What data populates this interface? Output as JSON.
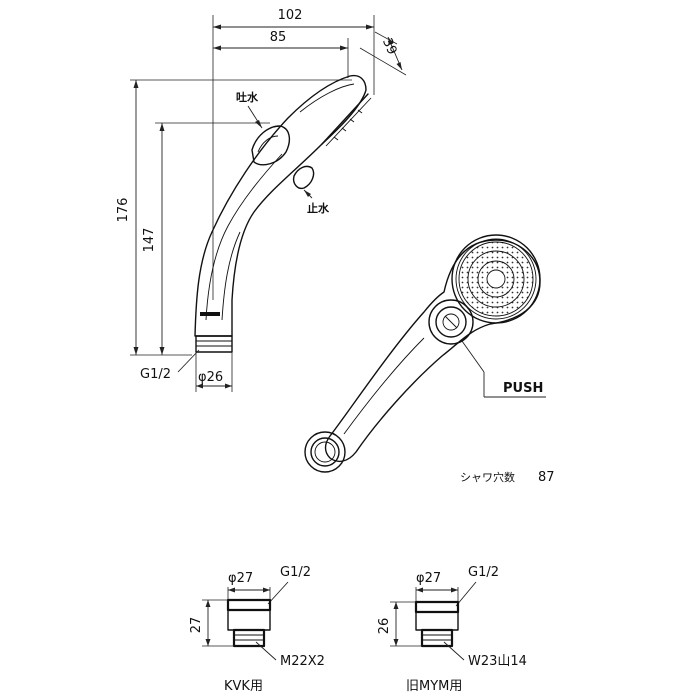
{
  "side_view": {
    "dim_width_total": "102",
    "dim_width_head": "85",
    "dim_head_depth": "39",
    "dim_height_total": "176",
    "dim_height_grip": "147",
    "label_spout": "吐水",
    "label_stop": "止水",
    "label_thread": "G1/2",
    "label_diameter": "φ26"
  },
  "front_view": {
    "label_push": "PUSH",
    "label_holes": "シャワ穴数",
    "holes_count": "87"
  },
  "adapter_kvk": {
    "label_diameter": "φ27",
    "label_thread_top": "G1/2",
    "label_height": "27",
    "label_thread_bottom": "M22X2",
    "caption": "KVK用"
  },
  "adapter_mym": {
    "label_diameter": "φ27",
    "label_thread_top": "G1/2",
    "label_height": "26",
    "label_thread_bottom": "W23山14",
    "caption": "旧MYM用"
  },
  "colors": {
    "line": "#111111",
    "background": "#ffffff"
  }
}
